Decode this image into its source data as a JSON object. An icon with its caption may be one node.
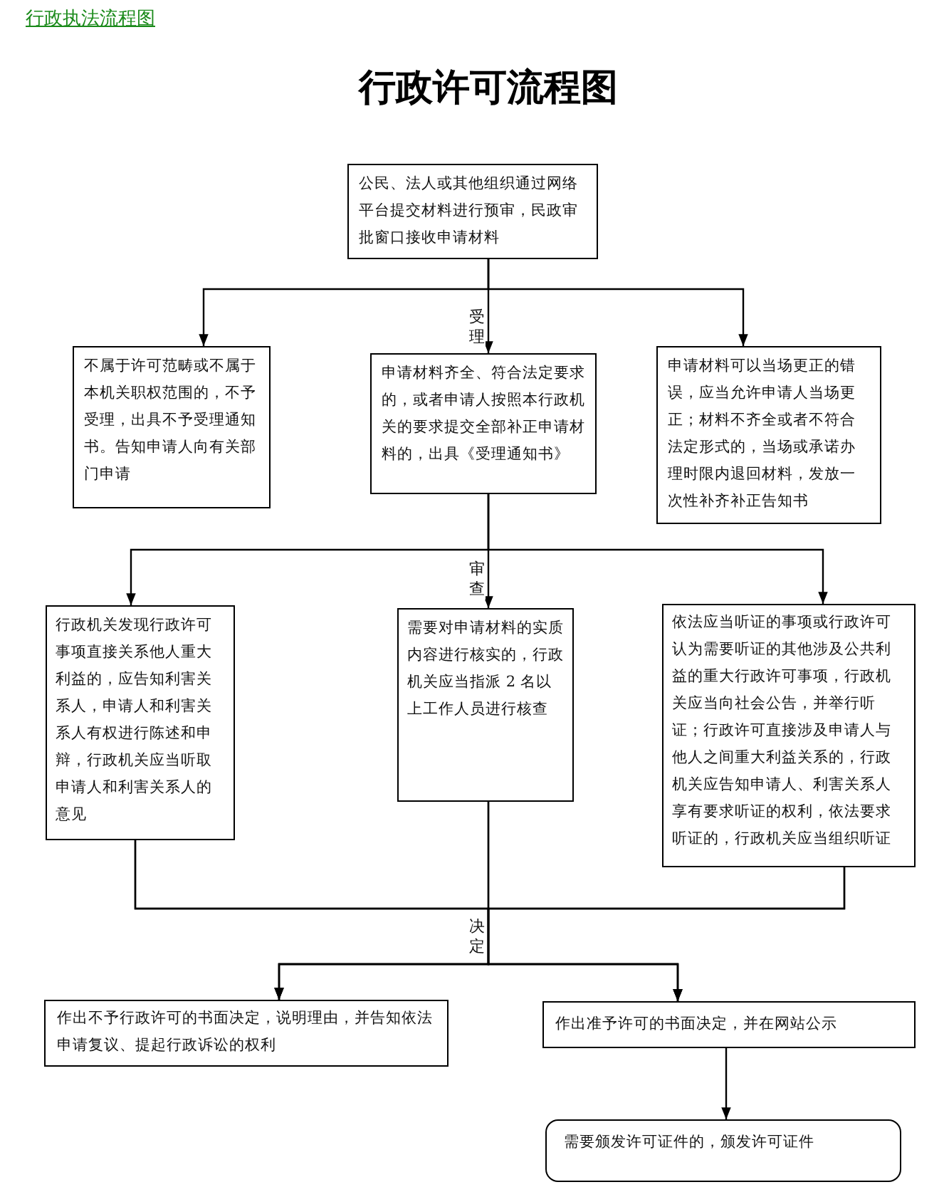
{
  "diagram": {
    "title": "行政许可流程图",
    "nodes": [
      {
        "text": [
          "公民、法人或其他组织通过网络平台提交材料进行预审，民政审批窗口接收申请材料"
        ]
      },
      {
        "text": [
          "不属于许可范畴或不属于本机关职权范围的，不予受理，出具不予受理通知书。告知申请人向有关部门申请"
        ]
      },
      {
        "text": [
          "申请材料齐全、符合法定要求的，或者申请人按照本行政机关的要求提交全部补正申请材料的，出具《受理通知书》"
        ]
      },
      {
        "text": [
          "申请材料可以当场更正的错误，应当允许申请人当场更正；材料不齐全或者不符合法定形式的，当场或承诺办理时限内退回材料，发放一次性补齐补正告知书"
        ]
      },
      {
        "text": [
          "行政机关发现行政许可事项直接关系他人重大利益的，应告知利害关系人，申请人和利害关系人有权进行陈述和申辩，行政机关应当听取申请人和利害关系人的意见"
        ]
      },
      {
        "text": [
          "需要对申请材料的实质内容进行核实的，行政机关应当指派 2 名以上工作人员进行核查"
        ]
      },
      {
        "text": [
          "依法应当听证的事项或行政许可认为需要听证的其他涉及公共利益的重大行政许可事项，行政机关应当向社会公告，并举行听证；行政许可直接涉及申请人与他人之间重大利益关系的，行政机关应告知申请人、利害关系人享有要求听证的权利，依法要求听证的，行政机关应当组织听证"
        ]
      },
      {
        "text": [
          "作出不予行政许可的书面决定，说明理由，并告知依法申请复议、提起行政诉讼的权利"
        ]
      },
      {
        "text": [
          "作出准予许可的书面决定，并在网站公示"
        ]
      },
      {
        "text": [
          "需要颁发许可证件的，颁发许可证件"
        ]
      }
    ],
    "edges": [
      {
        "from": 0,
        "to": 1,
        "arrow": "to"
      },
      {
        "from": 0,
        "to": 2,
        "arrow": "to",
        "label": "受理"
      },
      {
        "from": 0,
        "to": 3,
        "arrow": "to"
      },
      {
        "from": 2,
        "to": 4,
        "arrow": "to"
      },
      {
        "from": 2,
        "to": 5,
        "arrow": "to",
        "label": "审查"
      },
      {
        "from": 2,
        "to": 6,
        "arrow": "to"
      },
      {
        "from": 4,
        "to": 7,
        "arrow": "to"
      },
      {
        "from": 4,
        "to": 8,
        "arrow": "to"
      },
      {
        "from": 5,
        "to": 7,
        "arrow": "to",
        "label": "决定"
      },
      {
        "from": 5,
        "to": 8,
        "arrow": "to"
      },
      {
        "from": 6,
        "to": 7,
        "arrow": "to"
      },
      {
        "from": 6,
        "to": 8,
        "arrow": "to"
      },
      {
        "from": 8,
        "to": 9,
        "arrow": "to"
      }
    ],
    "labels": [
      "行政执法流程图"
    ]
  }
}
